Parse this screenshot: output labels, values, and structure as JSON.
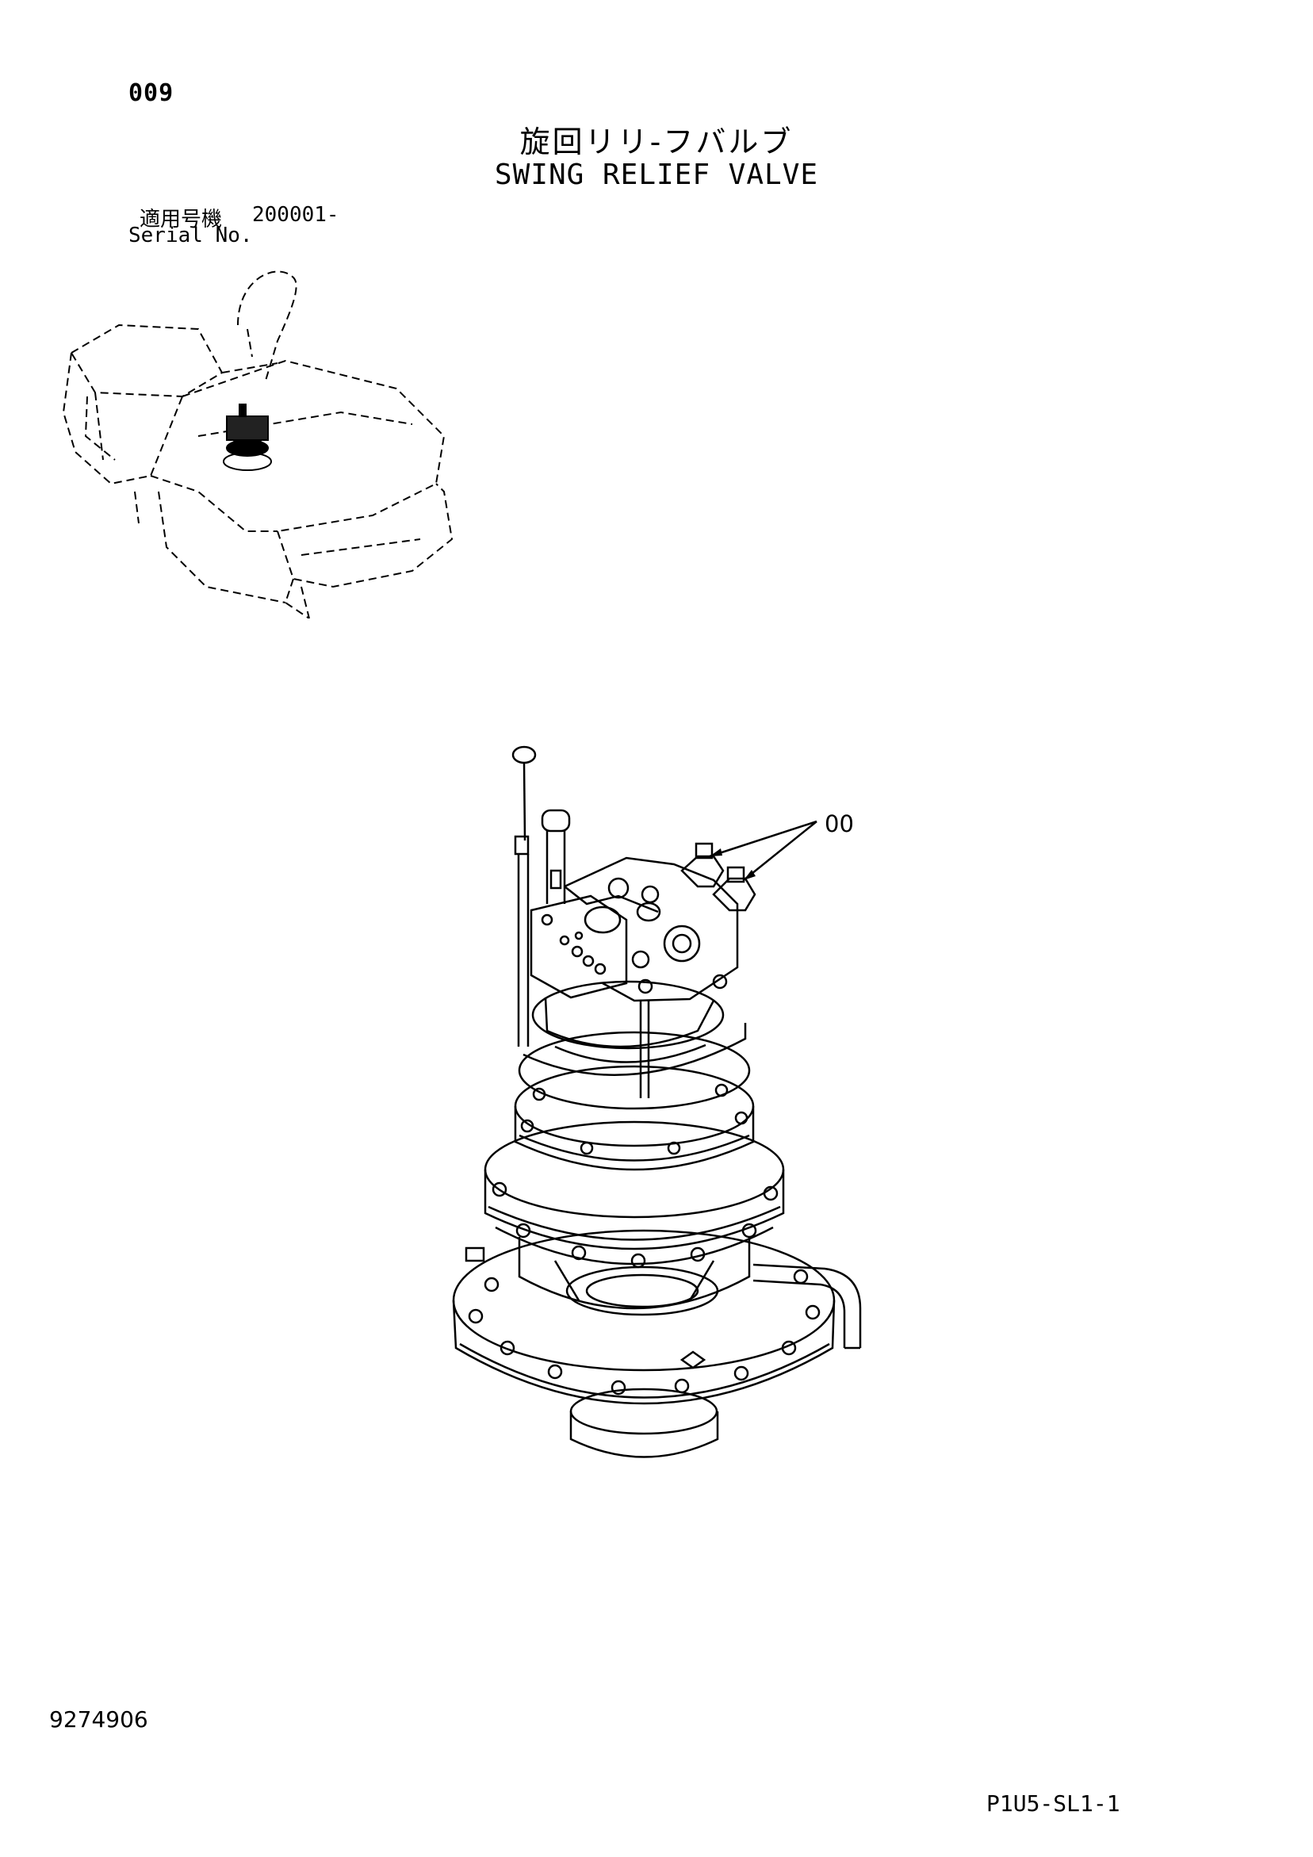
{
  "header": {
    "page_number": "009",
    "title_jp": "旋回リリ-フバルブ",
    "title_en": "SWING RELIEF VALVE"
  },
  "serial": {
    "label_jp": "適用号機",
    "value": "200001-",
    "label_en": "Serial No."
  },
  "diagram": {
    "callout_label": "00"
  },
  "footer": {
    "document_number": "9274906",
    "sheet_code": "P1U5-SL1-1"
  },
  "colors": {
    "line": "#000000",
    "background": "#ffffff"
  }
}
